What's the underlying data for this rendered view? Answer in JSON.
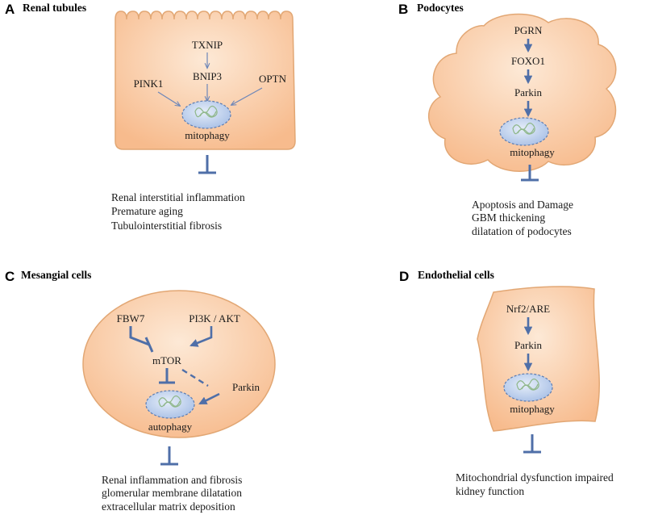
{
  "panels": {
    "A": {
      "letter": "A",
      "title": "Renal tubules",
      "labels": {
        "txnip": "TXNIP",
        "bnip3": "BNIP3",
        "pink1": "PINK1",
        "optn": "OPTN",
        "process": "mitophagy"
      },
      "outcomes": [
        "Renal interstitial inflammation",
        "Premature aging",
        "Tubulointerstitial fibrosis"
      ]
    },
    "B": {
      "letter": "B",
      "title": "Podocytes",
      "labels": {
        "pgrn": "PGRN",
        "foxo1": "FOXO1",
        "parkin": "Parkin",
        "process": "mitophagy"
      },
      "outcomes": [
        "Apoptosis and Damage",
        "GBM thickening",
        "dilatation of podocytes"
      ]
    },
    "C": {
      "letter": "C",
      "title": "Mesangial cells",
      "labels": {
        "fbw7": "FBW7",
        "pi3k": "PI3K / AKT",
        "mtor": "mTOR",
        "parkin": "Parkin",
        "process": "autophagy"
      },
      "outcomes": [
        "Renal inflammation and fibrosis",
        "glomerular membrane dilatation",
        "extracellular matrix deposition"
      ]
    },
    "D": {
      "letter": "D",
      "title": "Endothelial cells",
      "labels": {
        "nrf2": "Nrf2/ARE",
        "parkin": "Parkin",
        "process": "mitophagy"
      },
      "outcomes": [
        "Mitochondrial dysfunction impaired",
        "kidney function"
      ]
    }
  },
  "colors": {
    "cell_fill_light": "#fde3c9",
    "cell_fill_dark": "#f7b98a",
    "cell_stroke": "#e2a774",
    "arrow_blue": "#4f6fa8",
    "mito_blue": "#bcd0ee",
    "mito_green": "#8fb78a"
  }
}
